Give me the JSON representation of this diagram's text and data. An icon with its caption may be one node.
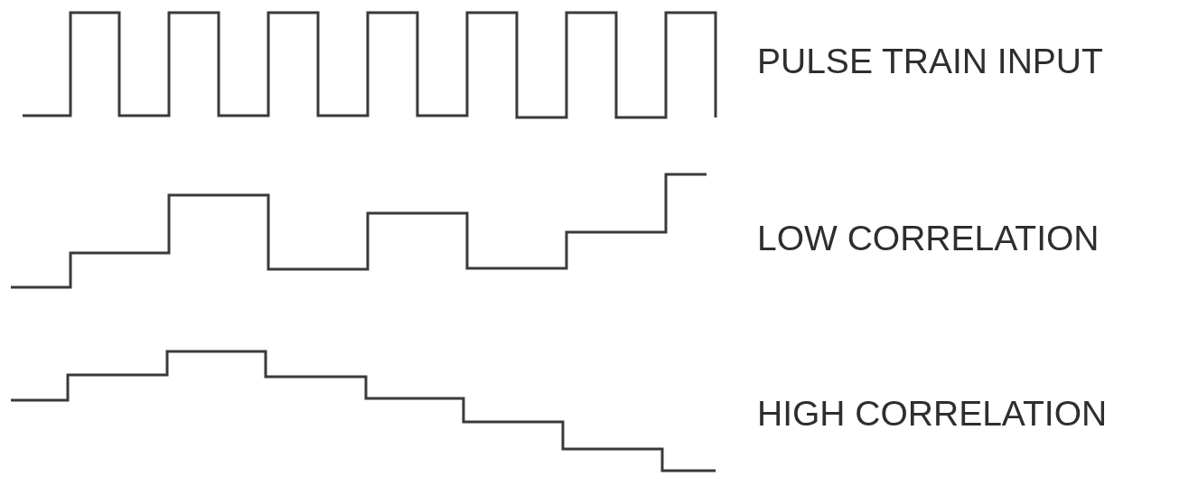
{
  "diagram": {
    "labels": [
      "PULSE TRAIN INPUT",
      "LOW CORRELATION",
      "HIGH CORRELATION"
    ]
  }
}
